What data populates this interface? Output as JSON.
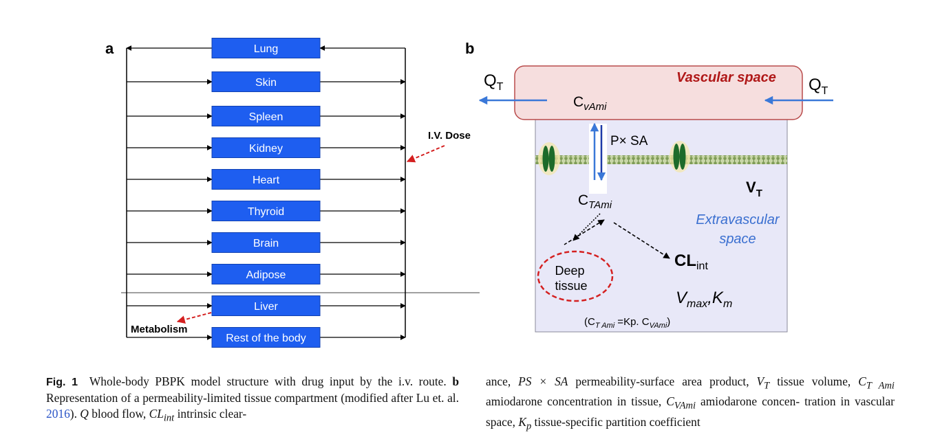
{
  "panel_a": {
    "label": "a",
    "compartments": [
      "Lung",
      "Skin",
      "Spleen",
      "Kidney",
      "Heart",
      "Thyroid",
      "Brain",
      "Adipose",
      "Liver",
      "Rest of the body"
    ],
    "iv_dose": "I.V. Dose",
    "metabolism": "Metabolism"
  },
  "panel_b": {
    "label": "b",
    "qt_left_base": "Q",
    "qt_left_sub": "T",
    "qt_right_base": "Q",
    "qt_right_sub": "T",
    "vascular_space": "Vascular space",
    "cv_base": "C",
    "cv_sub": "vAmi",
    "pxsa": "P× SA",
    "ct_base": "C",
    "ct_sub": "TAmi",
    "vt_base": "V",
    "vt_sub": "T",
    "extravascular_1": "Extravascular",
    "extravascular_2": "space",
    "deep_1": "Deep",
    "deep_2": "tissue",
    "cl_base": "CL",
    "cl_sub": "int",
    "vmax_base": "V",
    "vmax_sub": "max",
    "km_sep": ",",
    "km_base": "K",
    "km_sub": "m",
    "eq_open": "(C",
    "eq_sub1": "T Ami",
    "eq_mid": " =Kp. C",
    "eq_sub2": "VAmi",
    "eq_close": ")"
  },
  "caption": {
    "fig_label": "Fig. 1",
    "l1": "Whole-body PBPK model structure with drug input by the i.v. route.",
    "l2_bold": "b",
    "l2": "Representation of a permeability-limited tissue compartment (modified after Lu et. al.",
    "l2_cite": "2016",
    "l3_q": "Q",
    "l3": "blood flow,",
    "l3_cl": "CL",
    "l3_cl_sub": "int",
    "l3_end": "intrinsic clear-",
    "r1": "ance,",
    "r1_ps": "PS × SA",
    "r1_b": "permeability-surface area product,",
    "r1_vt": "V",
    "r1_vt_sub": "T",
    "r1_end": "tissue volume,",
    "r2_ct": "C",
    "r2_ct_sub": "T Ami",
    "r2_b": "amiodarone concentration in tissue,",
    "r2_cv": "C",
    "r2_cv_sub": "VAmi",
    "r2_end": "amiodarone concen-",
    "r3": "tration in vascular space,",
    "r3_kp": "K",
    "r3_kp_sub": "p",
    "r3_end": "tissue-specific partition coefficient"
  },
  "colors": {
    "box_blue": "#1e5ef0",
    "arrow_blue": "#3a78d8",
    "vascular_fill": "#f6dede",
    "vascular_stroke": "#b84a4a",
    "vascular_text": "#b01818",
    "tissue_fill": "#e8e8f8",
    "extravascular_text": "#3a6fd0",
    "dashed_red": "#d42020",
    "membrane_green": "#7f9c58",
    "channel_green": "#1d6b2a"
  }
}
